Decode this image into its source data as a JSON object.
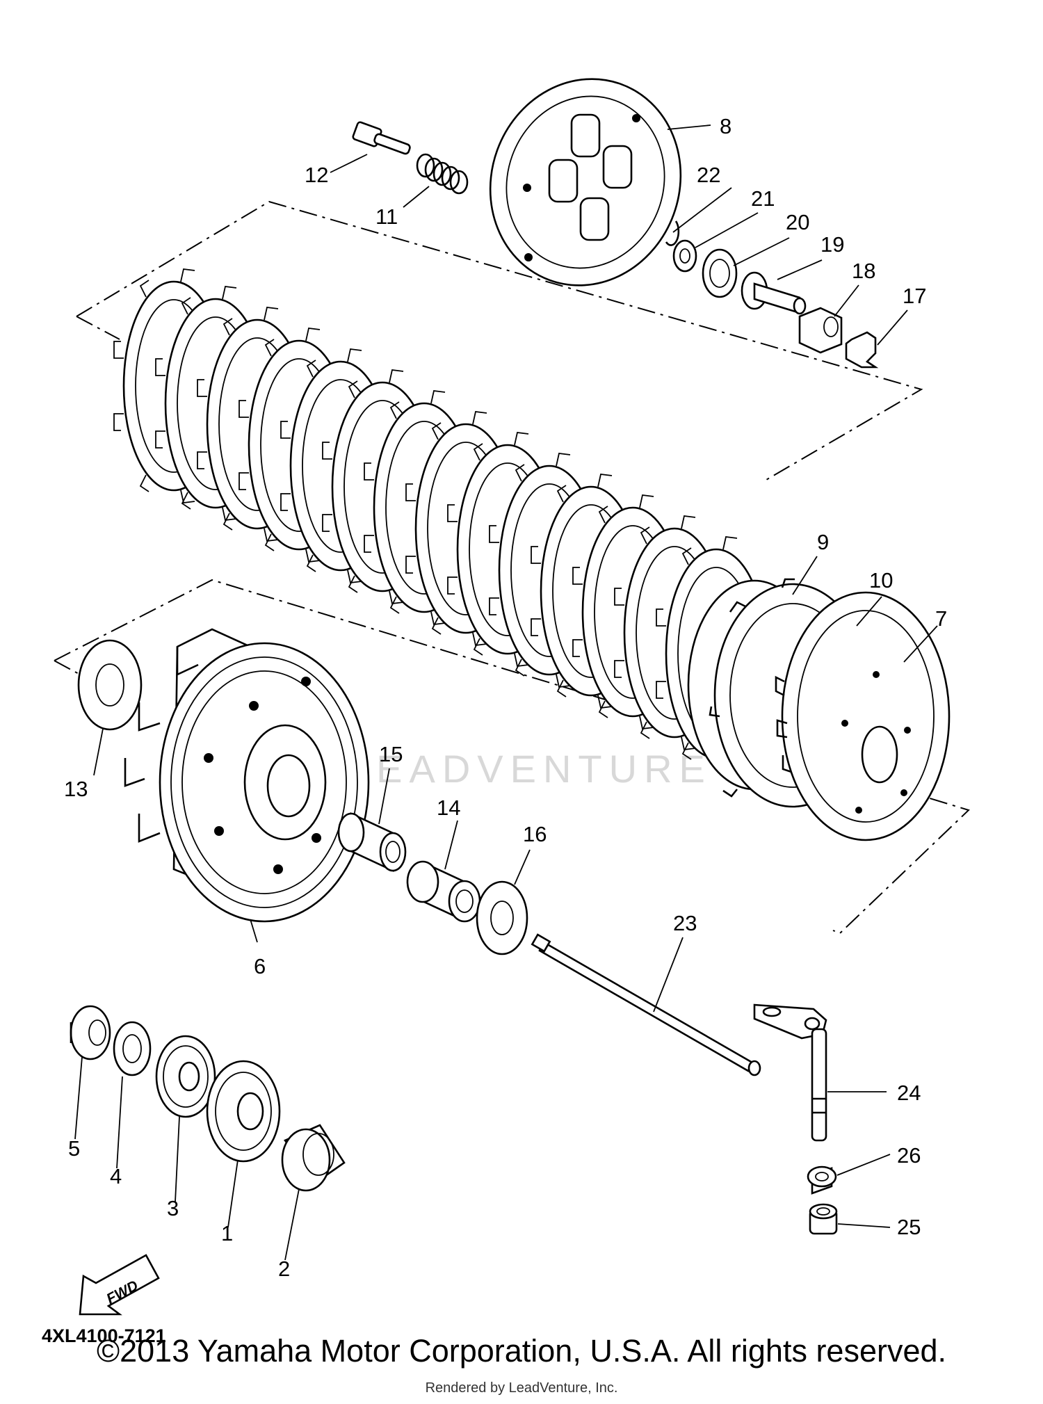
{
  "part_labels": [
    "1",
    "2",
    "3",
    "4",
    "5",
    "6",
    "7",
    "8",
    "9",
    "10",
    "11",
    "12",
    "13",
    "14",
    "15",
    "16",
    "17",
    "18",
    "19",
    "20",
    "21",
    "22",
    "23",
    "24",
    "25",
    "26"
  ],
  "diagram_code": "4XL4100-7121",
  "fwd_label": "FWD",
  "watermark": "LEADVENTURE",
  "copyright": "©2013 Yamaha Motor Corporation, U.S.A. All rights reserved.",
  "rendered_by": "Rendered by LeadVenture, Inc."
}
